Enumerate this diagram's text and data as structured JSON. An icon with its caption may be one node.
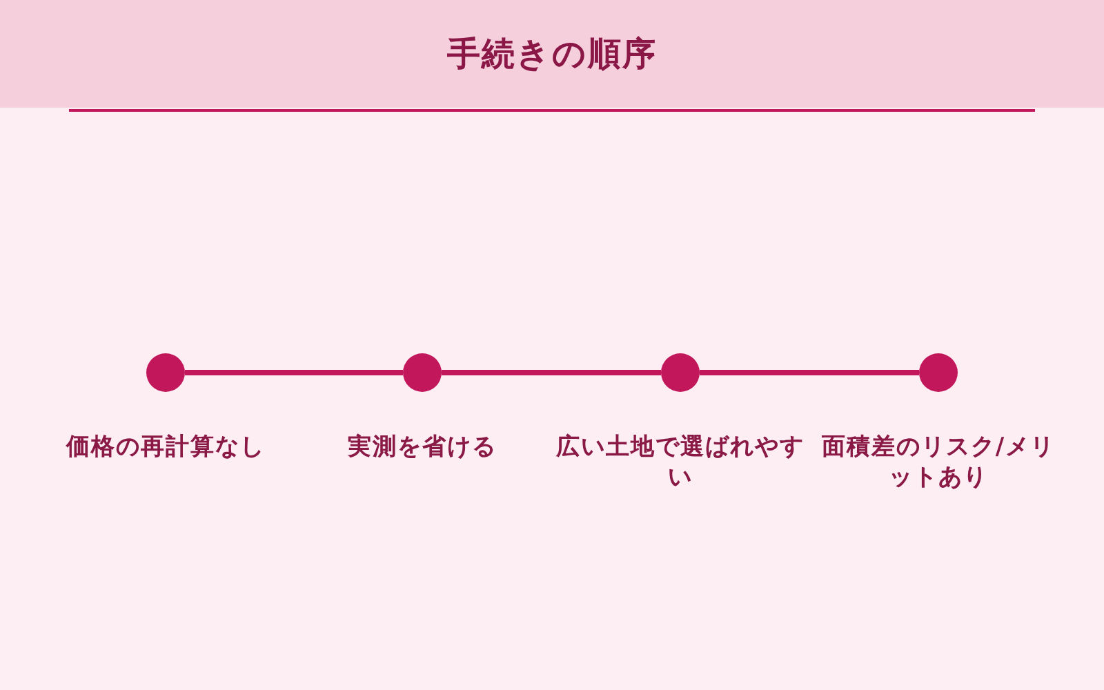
{
  "diagram": {
    "title": "手続きの順序",
    "nodes": [
      {
        "text": [],
        "shape": "circle",
        "beside": [
          "価格の再計算なし"
        ]
      },
      {
        "text": [],
        "shape": "circle",
        "beside": [
          "実測を省ける"
        ]
      },
      {
        "text": [],
        "shape": "circle",
        "beside": [
          "広い土地で選ばれやすい"
        ]
      },
      {
        "text": [],
        "shape": "circle",
        "beside": [
          "面積差のリスク/メリットあり"
        ]
      }
    ],
    "edges": [
      {
        "from": 0,
        "to": 1,
        "arrow": "none"
      },
      {
        "from": 1,
        "to": 2,
        "arrow": "none"
      },
      {
        "from": 2,
        "to": 3,
        "arrow": "none"
      }
    ]
  }
}
